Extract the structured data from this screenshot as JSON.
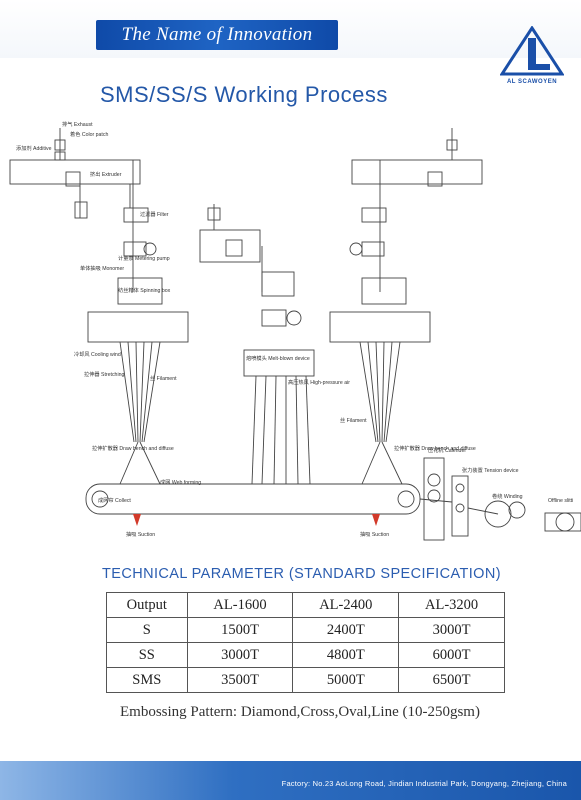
{
  "banner": {
    "slogan": "The Name of Innovation"
  },
  "logo": {
    "text": "AL SCAWOYEN",
    "icon": "company-logo"
  },
  "page_title": "SMS/SS/S Working Process",
  "diagram": {
    "labels": {
      "exhaust": "排气 Exhaust",
      "color_patch": "着色 Color patch",
      "additive": "添加剂 Additive",
      "extruder": "挤出 Extruder",
      "filter": "过滤器 Filter",
      "metering_pump": "计量泵 Metering pump",
      "monomer": "单体抽吸 Monomer",
      "spinning_box": "纺丝箱体 Spinning box",
      "cooling_wind": "冷却风 Cooling wind",
      "stretching": "拉伸器 Stretching",
      "filament": "丝 Filament",
      "drawbench": "拉伸扩散器 Draw bench and diffuse",
      "web_forming": "成网 Web forming",
      "collect": "成网帘 Collect",
      "suction": "抽吸 Suction",
      "meltblown": "熔喷模头 Melt-blown device",
      "high_pressure_air": "高压热风 High-pressure air",
      "calender": "压花机 Calender",
      "tension_device": "张力装置 Tension device",
      "winding": "卷绕 Winding",
      "offline_slitting": "Offline slitti"
    }
  },
  "technical": {
    "title": "TECHNICAL PARAMETER (STANDARD SPECIFICATION)",
    "header": [
      "Output",
      "AL-1600",
      "AL-2400",
      "AL-3200"
    ],
    "rows": [
      [
        "S",
        "1500T",
        "2400T",
        "3000T"
      ],
      [
        "SS",
        "3000T",
        "4800T",
        "6000T"
      ],
      [
        "SMS",
        "3500T",
        "5000T",
        "6500T"
      ]
    ]
  },
  "embossing": "Embossing Pattern: Diamond,Cross,Oval,Line (10-250gsm)",
  "footer": {
    "address": "Factory: No.23 AoLong Road, Jindian Industrial Park, Dongyang, Zhejiang, China"
  },
  "colors": {
    "brand_blue": "#1a56ab",
    "title_blue": "#2458a8",
    "suction_red": "#d23a2a"
  }
}
